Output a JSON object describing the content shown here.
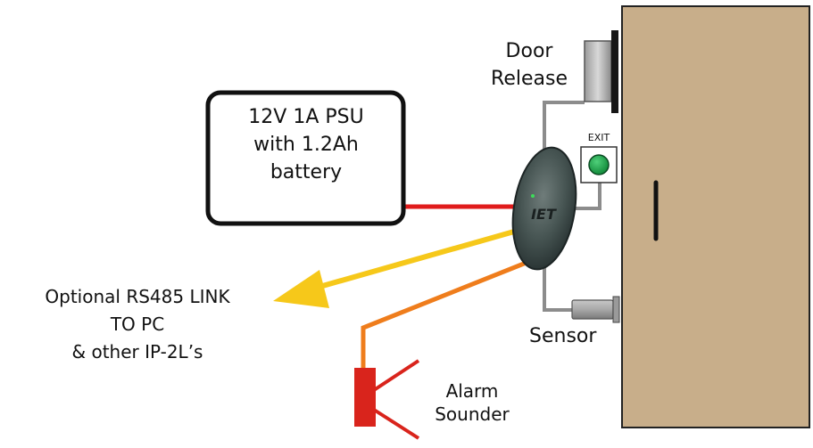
{
  "psu": {
    "line1": "12V 1A PSU",
    "line2": "with 1.2Ah",
    "line3": "battery"
  },
  "door_release": {
    "line1": "Door",
    "line2": "Release"
  },
  "exit_button": {
    "label": "EXIT"
  },
  "reader": {
    "logo": "IET"
  },
  "sensor": {
    "label": "Sensor"
  },
  "rs485": {
    "line1": "Optional RS485 LINK",
    "line2": "TO PC",
    "line3": "& other IP-2L’s"
  },
  "alarm": {
    "line1": "Alarm",
    "line2": "Sounder"
  },
  "colors": {
    "door": "#c8ae8a",
    "psu_wire": "#e01b1b",
    "rs485_wire": "#f6c81a",
    "alarm_wire": "#ef7d1c",
    "grey_wire": "#8c8c8c",
    "sounder": "#d9241c",
    "exit_button": "#1fa34a",
    "reader": "#3e4a4a"
  }
}
